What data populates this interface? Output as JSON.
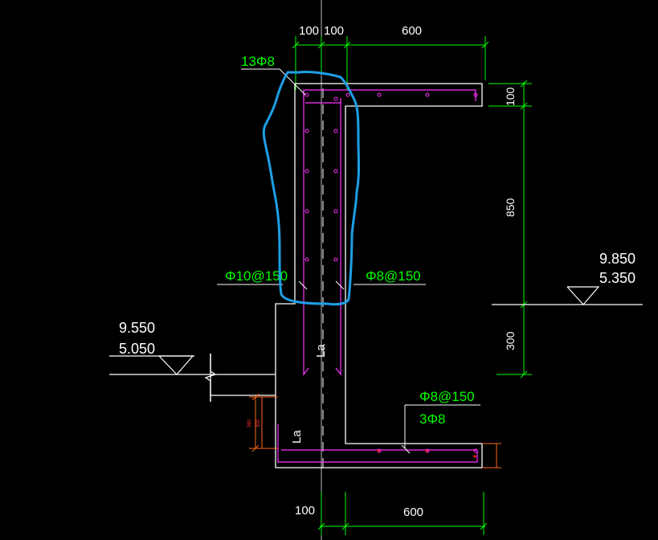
{
  "drawing": {
    "colors": {
      "background": "#000000",
      "outline": "#ffffff",
      "rebar": "#ff33ff",
      "dimension": "#00ff00",
      "markup": "#1e9fe6",
      "detail_dim": "#ff6a1a"
    },
    "top_dims": {
      "d1": "100",
      "d2": "100",
      "d3": "600"
    },
    "bottom_dims": {
      "d1": "100",
      "d2": "600"
    },
    "right_dims": {
      "d1": "100",
      "d2": "850",
      "d3": "300"
    },
    "labels": {
      "top_bars": "13Φ8",
      "wall_outer": "Φ10@150",
      "wall_inner": "Φ8@150",
      "bottom_bars": "Φ8@150",
      "bottom_bars_count": "3Φ8",
      "anchor_upper": "La",
      "anchor_lower": "La"
    },
    "elevations": {
      "right_upper": "9.850",
      "right_lower": "5.350",
      "left_upper": "9.550",
      "left_lower": "5.050"
    },
    "small_dims": {
      "s1": "360",
      "s2": "300"
    }
  }
}
